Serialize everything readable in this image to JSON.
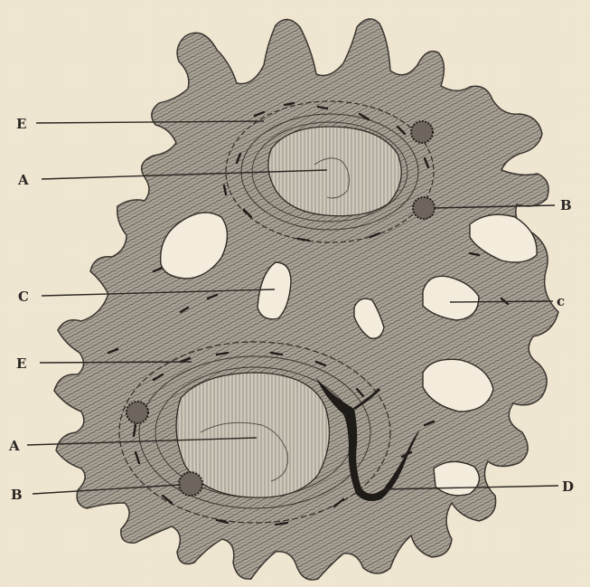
{
  "palette": {
    "paper": "#efe6d2",
    "tissue": "#a9a298",
    "ink": "#2a2622",
    "lumen": "#c9c2b6",
    "hole": "#f3ecdc"
  },
  "labels": {
    "E_top": "E",
    "A_top": "A",
    "B_right": "B",
    "C_left": "C",
    "C_right": "c",
    "E_mid": "E",
    "A_bottom": "A",
    "B_left": "B",
    "D_right": "D"
  }
}
